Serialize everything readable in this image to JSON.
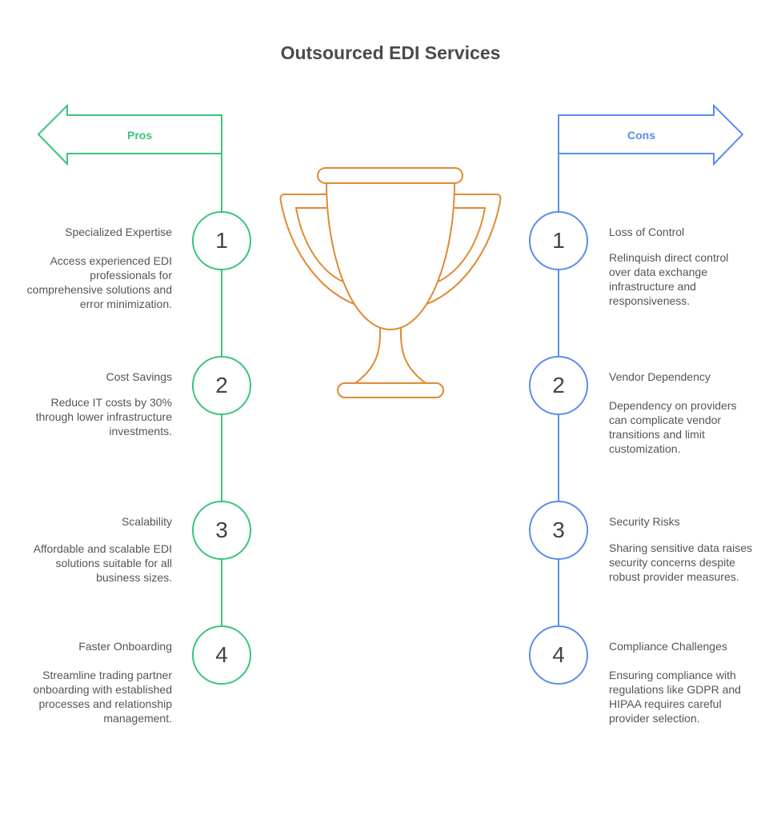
{
  "title": "Outsourced EDI Services",
  "colors": {
    "pros": "#3cc47c",
    "cons": "#5a8ded",
    "trophy": "#e08a33"
  },
  "pros": {
    "label": "Pros",
    "items": [
      {
        "num": "1",
        "title": "Specialized Expertise",
        "desc": "Access experienced EDI professionals for comprehensive solutions and error minimization."
      },
      {
        "num": "2",
        "title": "Cost Savings",
        "desc": "Reduce IT costs by 30% through lower infrastructure investments."
      },
      {
        "num": "3",
        "title": "Scalability",
        "desc": "Affordable and scalable EDI solutions suitable for all business sizes."
      },
      {
        "num": "4",
        "title": "Faster Onboarding",
        "desc": "Streamline trading partner onboarding with established processes and relationship management."
      }
    ]
  },
  "cons": {
    "label": "Cons",
    "items": [
      {
        "num": "1",
        "title": "Loss of Control",
        "desc": "Relinquish direct control over data exchange infrastructure and responsiveness."
      },
      {
        "num": "2",
        "title": "Vendor Dependency",
        "desc": "Dependency on providers can complicate vendor transitions and limit customization."
      },
      {
        "num": "3",
        "title": "Security Risks",
        "desc": "Sharing sensitive data raises security concerns despite robust provider measures."
      },
      {
        "num": "4",
        "title": "Compliance Challenges",
        "desc": "Ensuring compliance with regulations like GDPR and HIPAA requires careful provider selection."
      }
    ]
  }
}
